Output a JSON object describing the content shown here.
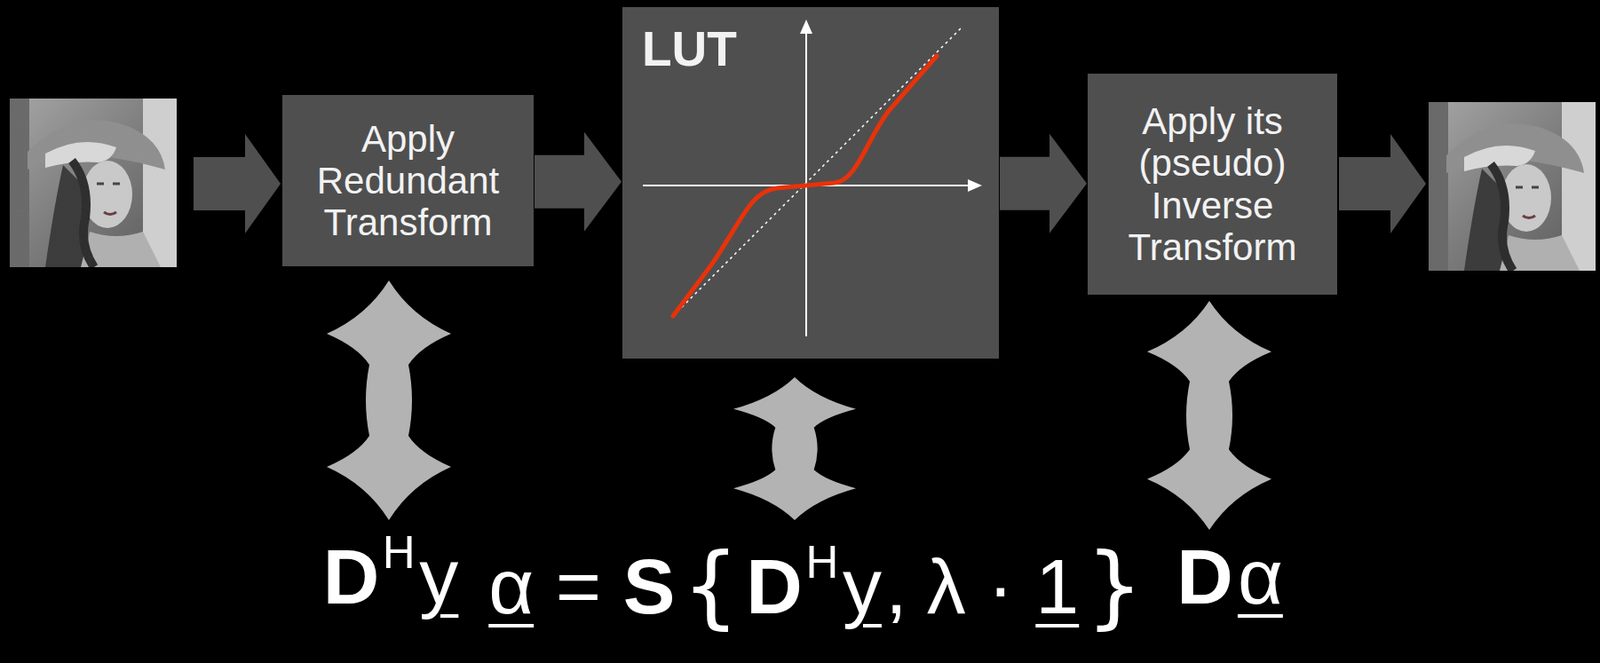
{
  "diagram": {
    "nodes": [
      {
        "text": [
          "Apply Redundant Transform"
        ]
      },
      {
        "text": [
          "LUT"
        ]
      },
      {
        "text": [
          "Apply its (pseudo) Inverse Transform"
        ]
      }
    ],
    "edges": [
      {
        "from": 0,
        "to": 1,
        "arrow": "to"
      },
      {
        "from": 1,
        "to": 2,
        "arrow": "to"
      }
    ],
    "labels": [
      "D",
      "H",
      "y",
      "α",
      "=",
      "S",
      "{",
      "D",
      "H",
      "y",
      ",",
      "λ",
      "·",
      "1",
      "}",
      "D",
      "α"
    ]
  }
}
